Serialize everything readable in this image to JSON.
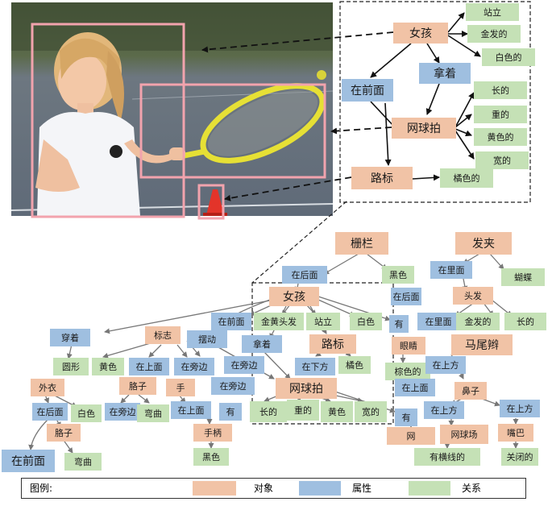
{
  "colors": {
    "object": "#f1c3a6",
    "attribute": "#9fbfe0",
    "relation": "#c5e1b6"
  },
  "photo": {
    "description_icons": [
      "girl-figure",
      "tennis-racket-icon",
      "traffic-cone-icon"
    ]
  },
  "top_graph": {
    "girl": "女孩",
    "stand": "站立",
    "blonde": "金发的",
    "white": "白色的",
    "hold": "拿着",
    "in_front": "在前面",
    "racket": "网球拍",
    "long": "长的",
    "heavy": "重的",
    "yellow": "黄色的",
    "wide": "宽的",
    "cone": "路标",
    "orange": "橘色的"
  },
  "bottom_graph": {
    "fence": "栅栏",
    "hairclip": "发夹",
    "behind1": "在后面",
    "black1": "黑色",
    "inside": "在里面",
    "butterfly": "蝴蝶",
    "behind2": "在后面",
    "hair": "头发",
    "girl": "女孩",
    "in_front1": "在前面",
    "golden_hair": "金黄头发",
    "stand": "站立",
    "white": "白色",
    "has1": "有",
    "inside2": "在里面",
    "blonde": "金发的",
    "long1": "长的",
    "wear": "穿着",
    "logo": "标志",
    "swing": "摆动",
    "hold": "拿着",
    "cone": "路标",
    "eye": "眼睛",
    "ponytail": "马尾辫",
    "round": "圆形",
    "yellow1": "黄色",
    "on1": "在上面",
    "beside1": "在旁边",
    "beside2": "在旁边",
    "below": "在下方",
    "orange": "橘色",
    "brown": "棕色的",
    "above1": "在上方",
    "jacket": "外衣",
    "arm1": "胳子",
    "hand": "手",
    "beside3": "在旁边",
    "racket": "网球拍",
    "on2": "在上面",
    "nose": "鼻子",
    "behind3": "在后面",
    "white2": "白色",
    "beside4": "在旁边",
    "bend1": "弯曲",
    "on3": "在上面",
    "has2": "有",
    "long2": "长的",
    "heavy": "重的",
    "yellow2": "黄色",
    "wide": "宽的",
    "has3": "有",
    "above2": "在上方",
    "above3": "在上方",
    "arm2": "胳子",
    "handle": "手柄",
    "net": "网",
    "court": "网球场",
    "mouth": "嘴巴",
    "in_front2": "在前面",
    "bend2": "弯曲",
    "black2": "黑色",
    "lined": "有横线的",
    "closed": "关闭的"
  },
  "legend": {
    "title": "图例:",
    "object": "对象",
    "attribute": "属性",
    "relation": "关系"
  }
}
